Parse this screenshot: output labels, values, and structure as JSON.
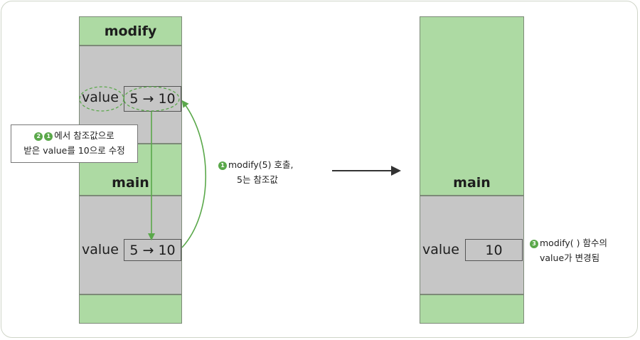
{
  "left_stack": {
    "top_frame_title": "modify",
    "bottom_frame_title": "main",
    "modify_var_label": "value",
    "modify_var_value": "5 → 10",
    "main_var_label": "value",
    "main_var_value": "5 → 10"
  },
  "right_stack": {
    "frame_title": "main",
    "var_label": "value",
    "var_value": "10"
  },
  "notes": {
    "step1_badge": "1",
    "step1_line1": "modify(5) 호출,",
    "step1_line2": "5는 참조값",
    "step2_badge": "2",
    "step2_ref_badge": "1",
    "step2_line1": "에서 참조값으로",
    "step2_line2": "받은 value를 10으로 수정",
    "step3_badge": "3",
    "step3_line1": "modify( ) 함수의",
    "step3_line2": "value가 변경됨"
  },
  "colors": {
    "frame_green": "#addaa3",
    "frame_gray": "#c6c6c6",
    "accent_green": "#5aa84a",
    "arrow_gray": "#333333"
  }
}
